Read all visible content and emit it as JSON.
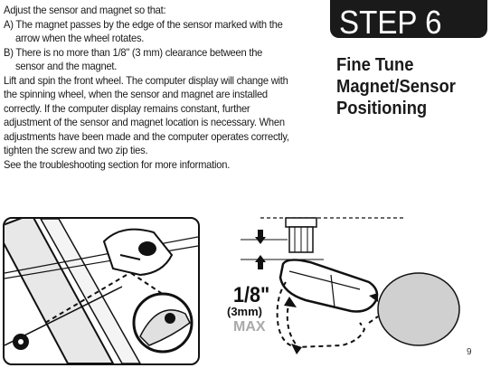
{
  "instructions": {
    "intro": "Adjust the sensor and magnet so that:",
    "item_a": "A) The magnet passes by the edge of the sensor marked with the arrow when the wheel rotates.",
    "item_b": "B) There is no more than 1/8\" (3 mm) clearance between the sensor and the magnet.",
    "paragraph": "Lift and spin the front wheel. The computer display will change with the spinning wheel, when the sensor and magnet are installed correctly. If the computer display remains constant, further adjustment of the sensor and magnet location is necessary. When adjustments have been made and the computer operates correctly, tighten the screw and two zip ties.",
    "see_also": "See the troubleshooting section for more information."
  },
  "step": {
    "label": "STEP 6"
  },
  "title": {
    "line1": "Fine Tune",
    "line2": "Magnet/Sensor",
    "line3": "Positioning"
  },
  "diagram": {
    "clearance": "1/8\"",
    "clearance_metric": "(3mm)",
    "max_label": "MAX"
  },
  "page_number": "9",
  "colors": {
    "ink": "#1a1a1a",
    "max_gray": "#aaaaaa",
    "magnet_fill": "#d0d0d0"
  }
}
